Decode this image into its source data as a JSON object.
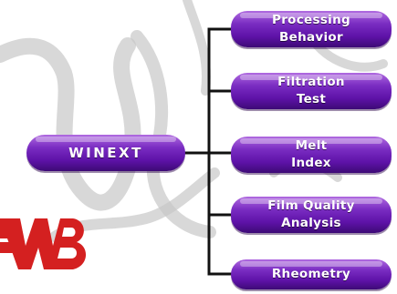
{
  "diagram": {
    "root": {
      "label": "WINEXT"
    },
    "children": [
      {
        "lines": [
          "Processing",
          "Behavior"
        ]
      },
      {
        "lines": [
          "Filtration",
          "Test"
        ]
      },
      {
        "lines": [
          "Melt",
          "Index"
        ]
      },
      {
        "lines": [
          "Film Quality",
          "Analysis"
        ]
      },
      {
        "lines": [
          "Rheometry"
        ]
      }
    ]
  },
  "logo": {
    "text": "WB"
  },
  "colors": {
    "pill_gradient": [
      "#b06ae0",
      "#7a2dc2",
      "#5e12a8",
      "#3d0a76"
    ],
    "connector": "#111111",
    "logo_red": "#d42020",
    "watermark": "#c8c8c8"
  }
}
